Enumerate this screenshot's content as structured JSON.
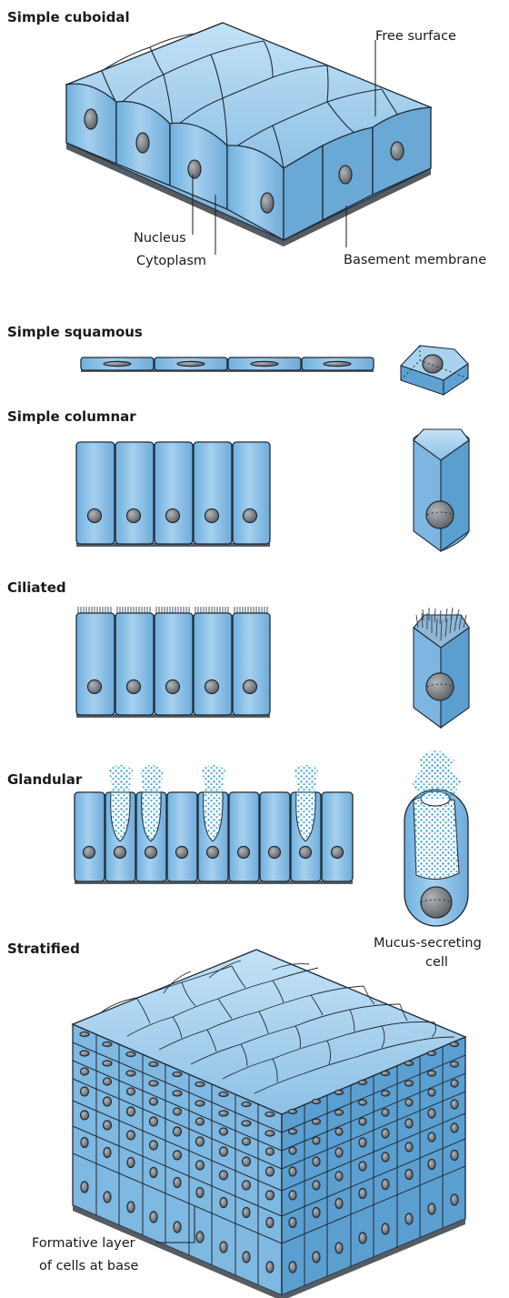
{
  "sections": {
    "simple_cuboidal": "Simple cuboidal",
    "simple_squamous": "Simple squamous",
    "simple_columnar": "Simple columnar",
    "ciliated": "Ciliated",
    "glandular": "Glandular",
    "stratified": "Stratified"
  },
  "labels": {
    "free_surface": "Free surface",
    "nucleus": "Nucleus",
    "cytoplasm": "Cytoplasm",
    "basement_membrane": "Basement membrane",
    "mucus_line1": "Mucus-secreting",
    "mucus_line2": "cell",
    "formative_line1": "Formative layer",
    "formative_line2": "of cells at base"
  },
  "colors": {
    "cell_light": "#b7dbf3",
    "cell_mid": "#86bde4",
    "cell_dark": "#5a9fd0",
    "nucleus": "#6f7377",
    "basement_membrane": "#555c63",
    "mucus_dots": "#4aa7cf"
  }
}
